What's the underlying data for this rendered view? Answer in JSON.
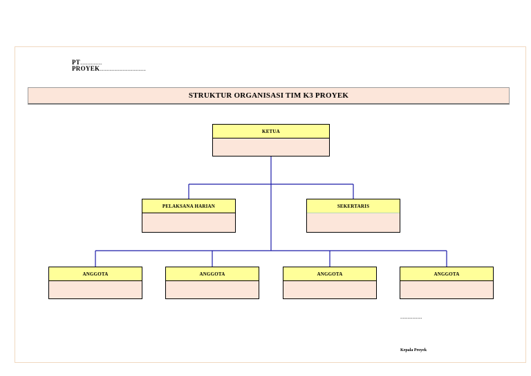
{
  "header": {
    "company_label": "PT",
    "company_dots": "..................",
    "project_label": "PROYEK",
    "project_dots": "......................................"
  },
  "title": "STRUKTUR  ORGANISASI TIM K3 PROYEK",
  "org": {
    "ketua": "KETUA",
    "pelaksana": "PELAKSANA HARIAN",
    "sekertaris": "SEKERTARIS",
    "anggota": [
      "ANGGOTA",
      "ANGGOTA",
      "ANGGOTA",
      "ANGGOTA"
    ]
  },
  "signature": {
    "dots": "..................",
    "label": "Kepala Proyek"
  },
  "colors": {
    "node_header": "#ffff99",
    "node_body": "#fce6da",
    "connector": "#1a1aa8",
    "frame": "#f0d8bf"
  }
}
